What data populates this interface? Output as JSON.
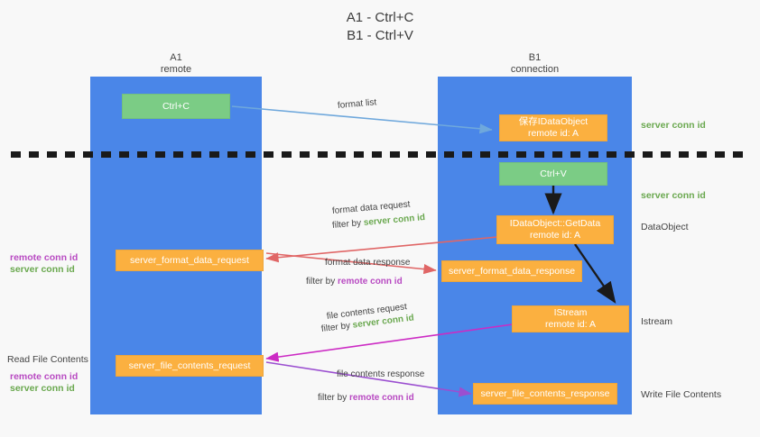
{
  "title": "A1 - Ctrl+C\nB1 - Ctrl+V",
  "columns": [
    {
      "id": "a1",
      "title": "A1\nremote"
    },
    {
      "id": "b1",
      "title": "B1\nconnection"
    }
  ],
  "nodes": {
    "ctrl_c": "Ctrl+C",
    "idataobject": "保存IDataObject\nremote id: A",
    "ctrl_v": "Ctrl+V",
    "getdata": "IDataObject::GetData\nremote id: A",
    "server_format_data_request": "server_format_data_request",
    "server_format_data_response": "server_format_data_response",
    "istream": "IStream\nremote id: A",
    "server_file_contents_request": "server_file_contents_request",
    "server_file_contents_response": "server_file_contents_response"
  },
  "edge_labels": {
    "format_list": "format list",
    "format_data_request": "format data request",
    "format_data_request_filter_prefix": "filter by ",
    "format_data_request_filter_key": "server conn id",
    "format_data_response": "format data response",
    "format_data_response_filter_prefix": "filter by ",
    "format_data_response_filter_key": "remote conn id",
    "file_contents_request": "file contents request",
    "file_contents_request_filter_prefix": "filter by ",
    "file_contents_request_filter_key": "server conn id",
    "file_contents_response": "file contents response",
    "file_contents_response_filter_prefix": "filter by ",
    "file_contents_response_filter_key": "remote conn id"
  },
  "right_labels": {
    "server_conn_id_top": "server conn id",
    "server_conn_id_mid": "server conn id",
    "dataobject": "DataObject",
    "istream": "Istream",
    "write_file_contents": "Write File Contents"
  },
  "left_labels": {
    "remote_conn_id_1": "remote conn id",
    "server_conn_id_1": "server conn id",
    "read_file_contents": "Read File Contents",
    "remote_conn_id_2": "remote conn id",
    "server_conn_id_2": "server conn id"
  },
  "colors": {
    "lane": "#4a86e8",
    "green_node": "#7bcc85",
    "orange_node": "#fbb040",
    "green_text": "#6aa84f",
    "purple_text": "#b84ac2",
    "blue_arrow": "#6fa8dc",
    "red_arrow": "#e06666",
    "magenta_arrow": "#cc2bc4",
    "purple_arrow": "#9b4fd0",
    "black_arrow": "#1a1a1a",
    "background": "#f8f8f8"
  }
}
